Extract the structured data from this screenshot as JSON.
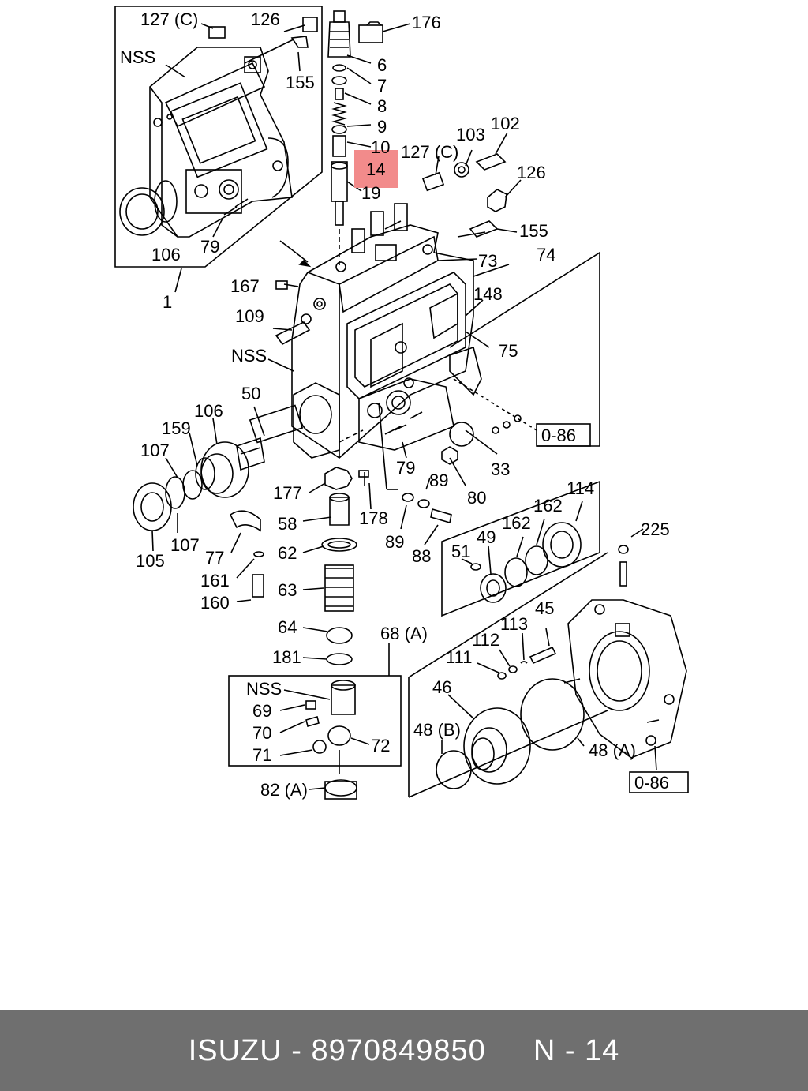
{
  "labels": [
    {
      "text": "127 (C)"
    },
    {
      "text": "126"
    },
    {
      "text": "NSS"
    },
    {
      "text": "155"
    },
    {
      "text": "106"
    },
    {
      "text": "79"
    },
    {
      "text": "1"
    },
    {
      "text": "176"
    },
    {
      "text": "6"
    },
    {
      "text": "7"
    },
    {
      "text": "8"
    },
    {
      "text": "9"
    },
    {
      "text": "10"
    },
    {
      "text": "14"
    },
    {
      "text": "19"
    },
    {
      "text": "103"
    },
    {
      "text": "102"
    },
    {
      "text": "127 (C)"
    },
    {
      "text": "126"
    },
    {
      "text": "155"
    },
    {
      "text": "73"
    },
    {
      "text": "74"
    },
    {
      "text": "148"
    },
    {
      "text": "75"
    },
    {
      "text": "167"
    },
    {
      "text": "109"
    },
    {
      "text": "NSS"
    },
    {
      "text": "50"
    },
    {
      "text": "106"
    },
    {
      "text": "159"
    },
    {
      "text": "107"
    },
    {
      "text": "107"
    },
    {
      "text": "105"
    },
    {
      "text": "0-86"
    },
    {
      "text": "33"
    },
    {
      "text": "79"
    },
    {
      "text": "80"
    },
    {
      "text": "177"
    },
    {
      "text": "178"
    },
    {
      "text": "89"
    },
    {
      "text": "89"
    },
    {
      "text": "88"
    },
    {
      "text": "58"
    },
    {
      "text": "62"
    },
    {
      "text": "77"
    },
    {
      "text": "161"
    },
    {
      "text": "160"
    },
    {
      "text": "63"
    },
    {
      "text": "114"
    },
    {
      "text": "162"
    },
    {
      "text": "162"
    },
    {
      "text": "49"
    },
    {
      "text": "51"
    },
    {
      "text": "225"
    },
    {
      "text": "64"
    },
    {
      "text": "181"
    },
    {
      "text": "68 (A)"
    },
    {
      "text": "45"
    },
    {
      "text": "113"
    },
    {
      "text": "112"
    },
    {
      "text": "111"
    },
    {
      "text": "46"
    },
    {
      "text": "NSS"
    },
    {
      "text": "69"
    },
    {
      "text": "70"
    },
    {
      "text": "71"
    },
    {
      "text": "72"
    },
    {
      "text": "48 (B)"
    },
    {
      "text": "48 (A)"
    },
    {
      "text": "82 (A)"
    },
    {
      "text": "0-86"
    }
  ],
  "highlight": {
    "text": "14",
    "color": "#f28b8b"
  },
  "footer": {
    "brand": "ISUZU - 8970849850",
    "ref": "N - 14",
    "background": "#6f6f6f"
  }
}
